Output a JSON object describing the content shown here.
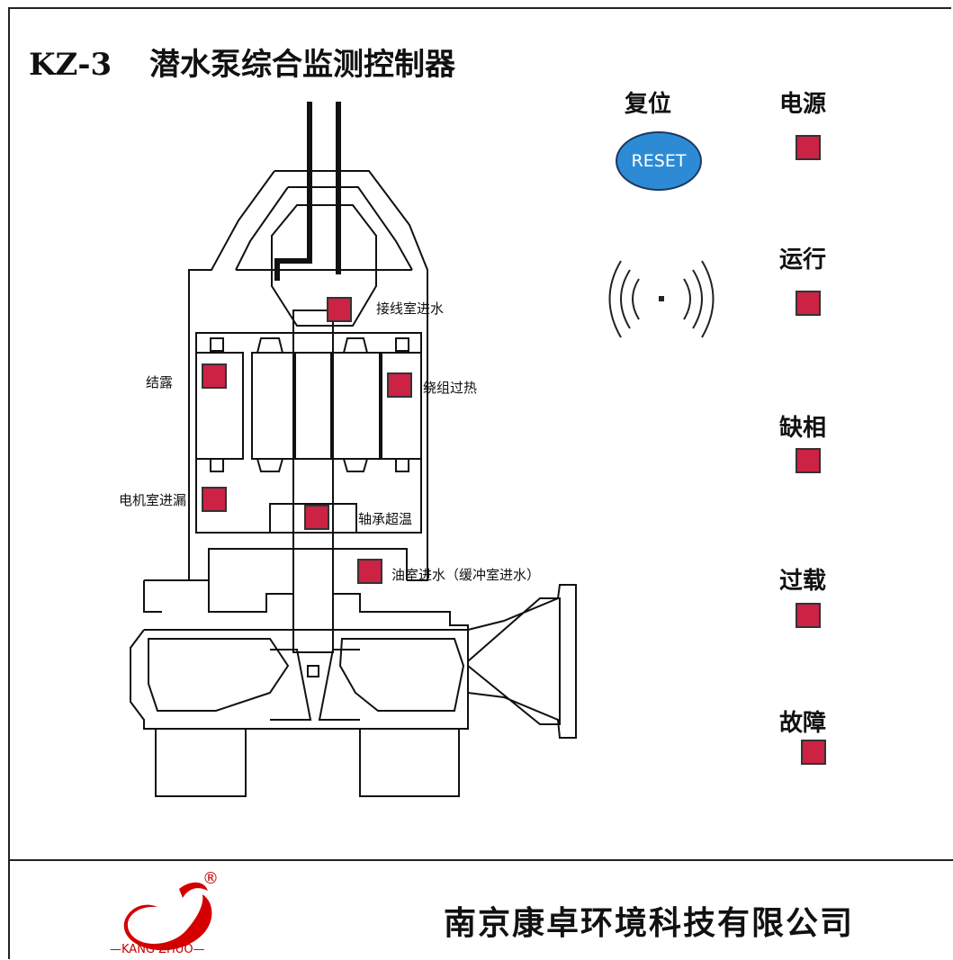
{
  "title": {
    "code": "KZ-3",
    "name": "潜水泵综合监测控制器"
  },
  "reset": {
    "label": "复位",
    "button": "RESET",
    "button_color": "#2d8bd6"
  },
  "status": [
    {
      "label": "电源"
    },
    {
      "label": "运行"
    },
    {
      "label": "缺相"
    },
    {
      "label": "过载"
    },
    {
      "label": "故障"
    }
  ],
  "sensors": {
    "junction_water": "接线室进水",
    "condensation": "结露",
    "winding_overheat": "绕组过热",
    "motor_leak": "电机室进漏",
    "bearing_temp": "轴承超温",
    "oil_water": "油室进水（缓冲室进水）"
  },
  "indicator_color": "#cc2244",
  "icons": {
    "buzzer": "sound-wave-icon",
    "logo": "kangzhuo-logo"
  },
  "footer": {
    "logo_text": "—KANG ZHUO—",
    "registered": "®",
    "company": "南京康卓环境科技有限公司"
  }
}
